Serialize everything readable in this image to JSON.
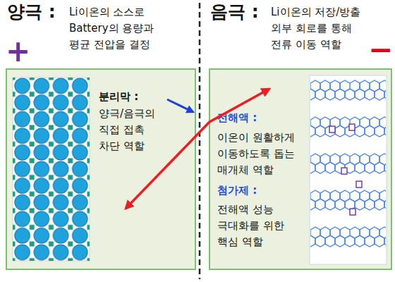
{
  "diagram": {
    "nodes": [
      {
        "text": [
          "분리막 :",
          "양극/음극의 직접 접촉 차단 역할"
        ]
      },
      {
        "text": [
          "전해액 :",
          "이온이 원활하게 이동하도록 돕는 매개체 역할",
          "첨가제 :",
          "전해액 성능 극대화를 위한 핵심 역할"
        ]
      }
    ],
    "labels": [
      "양극 :",
      "Li이온의 소스로 Battery의 용량과 평균 전압을 결정",
      "+",
      "음극 :",
      "Li이온의 저장/방출 외부 회로를 통해 전류 이동 역할",
      "−"
    ]
  }
}
